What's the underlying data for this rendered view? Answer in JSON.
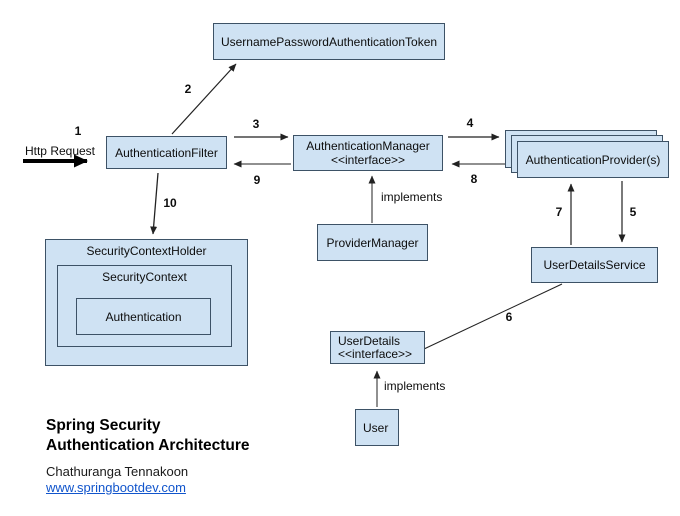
{
  "diagram": {
    "nodes": {
      "token": {
        "label": "UsernamePasswordAuthenticationToken"
      },
      "auth_filter": {
        "label": "AuthenticationFilter"
      },
      "auth_manager": {
        "line1": "AuthenticationManager",
        "line2": "<<interface>>"
      },
      "auth_provider": {
        "label": "AuthenticationProvider(s)"
      },
      "provider_manager": {
        "label": "ProviderManager"
      },
      "security_context_holder": {
        "label": "SecurityContextHolder"
      },
      "security_context": {
        "label": "SecurityContext"
      },
      "authentication": {
        "label": "Authentication"
      },
      "user_details_service": {
        "label": "UserDetailsService"
      },
      "user_details": {
        "line1": "UserDetails",
        "line2": "<<interface>>"
      },
      "user": {
        "label": "User"
      }
    },
    "steps": [
      "1",
      "2",
      "3",
      "4",
      "5",
      "6",
      "7",
      "8",
      "9",
      "10"
    ],
    "labels": {
      "http_request": "Http Request",
      "implements_provider_manager": "implements",
      "implements_user": "implements"
    },
    "colors": {
      "node_fill": "#cfe2f3",
      "node_border": "#3d5266",
      "arrow": "#222222",
      "link": "#1155cc"
    }
  },
  "footer": {
    "title_line1": "Spring Security",
    "title_line2": "Authentication Architecture",
    "author": "Chathuranga Tennakoon",
    "website": "www.springbootdev.com"
  }
}
